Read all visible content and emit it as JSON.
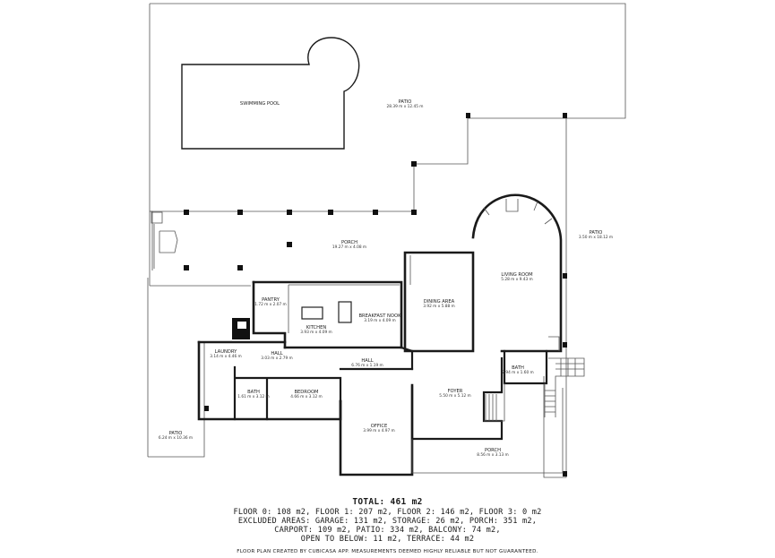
{
  "rooms": {
    "swimming_pool": {
      "name": "SWIMMING POOL",
      "dim": ""
    },
    "patio_main": {
      "name": "PATIO",
      "dim": "28.39 m x 12.45 m"
    },
    "patio_right": {
      "name": "PATIO",
      "dim": "3.50 m x 18.12 m"
    },
    "porch_top": {
      "name": "PORCH",
      "dim": "19.27 m x 4.08 m"
    },
    "pantry": {
      "name": "PANTRY",
      "dim": "1.72 m x 2.07 m"
    },
    "kitchen": {
      "name": "KITCHEN",
      "dim": "3.93 m x 4.09 m"
    },
    "breakfast_nook": {
      "name": "BREAKFAST NOOK",
      "dim": "3.19 m x 4.09 m"
    },
    "dining_area": {
      "name": "DINING AREA",
      "dim": "3.92 m x 5.88 m"
    },
    "living_room": {
      "name": "LIVING ROOM",
      "dim": "5.28 m x 9.43 m"
    },
    "laundry": {
      "name": "LAUNDRY",
      "dim": "3.14 m x 4.46 m"
    },
    "hall_left": {
      "name": "HALL",
      "dim": "3.03 m x 2.79 m"
    },
    "hall_mid": {
      "name": "HALL",
      "dim": "6.76 m x 1.19 m"
    },
    "bath_left": {
      "name": "BATH",
      "dim": "1.61 m x 3.12 m"
    },
    "bedroom": {
      "name": "BEDROOM",
      "dim": "4.66 m x 3.12 m"
    },
    "foyer": {
      "name": "FOYER",
      "dim": "5.50 m x 5.12 m"
    },
    "bath_right": {
      "name": "BATH",
      "dim": "2.94 m x 1.60 m"
    },
    "office": {
      "name": "OFFICE",
      "dim": "3.99 m x 4.97 m"
    },
    "porch_bottom": {
      "name": "PORCH",
      "dim": "8.56 m x 3.13 m"
    },
    "patio_left": {
      "name": "PATIO",
      "dim": "6.24 m x 10.36 m"
    }
  },
  "summary": {
    "total": "TOTAL: 461 m2",
    "line1": "FLOOR 0: 108 m2, FLOOR 1: 207 m2, FLOOR 2: 146 m2, FLOOR 3: 0 m2",
    "line2": "EXCLUDED AREAS: GARAGE: 131 m2, STORAGE: 26 m2, PORCH: 351 m2,",
    "line3": "CARPORT: 109 m2, PATIO: 334 m2, BALCONY: 74 m2,",
    "line4": "OPEN TO BELOW: 11 m2, TERRACE: 44 m2"
  },
  "disclaimer": "FLOOR PLAN CREATED BY CUBICASA APP. MEASUREMENTS DEEMED HIGHLY RELIABLE BUT NOT GUARANTEED.",
  "colors": {
    "wall": "#1a1a1a",
    "background": "#ffffff"
  }
}
